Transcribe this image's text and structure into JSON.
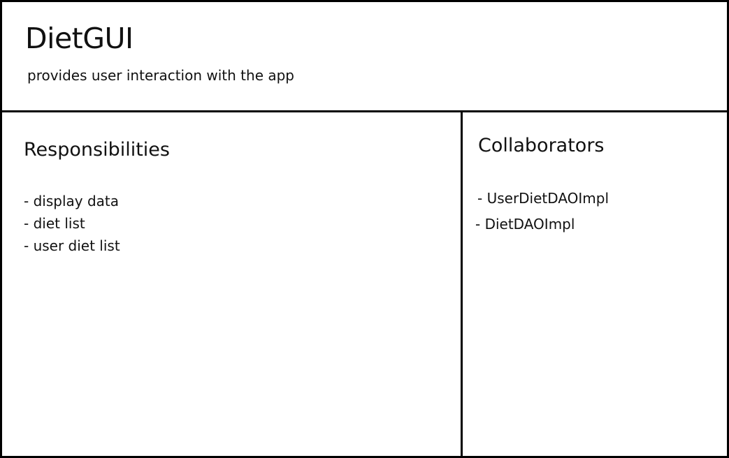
{
  "card": {
    "class_name": "DietGUI",
    "description": "provides user interaction with the app"
  },
  "responsibilities": {
    "title": "Responsibilities",
    "items": [
      "- display data",
      "- diet list",
      "- user diet list"
    ]
  },
  "collaborators": {
    "title": "Collaborators",
    "items": [
      "- UserDietDAOImpl",
      "- DietDAOImpl"
    ]
  },
  "colors": {
    "border": "#000000",
    "background": "#ffffff",
    "text": "#111111"
  }
}
